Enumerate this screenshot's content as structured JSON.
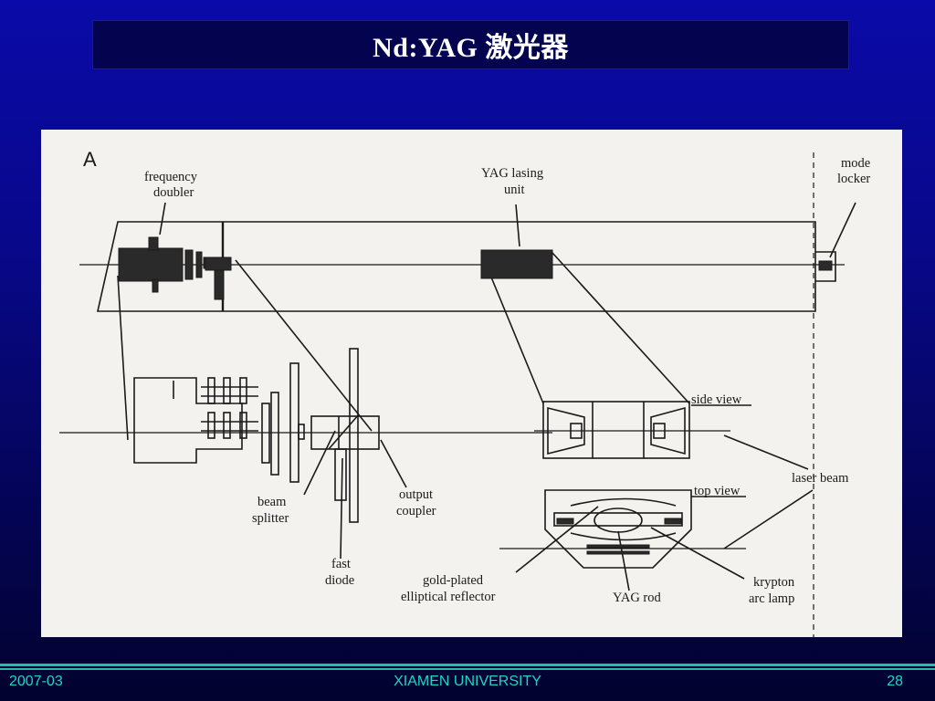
{
  "slide": {
    "title": "Nd:YAG 激光器",
    "footer_date": "2007-03",
    "footer_center": "XIAMEN UNIVERSITY",
    "page_number": "28"
  },
  "figure": {
    "panel_letter": "A",
    "labels": {
      "frequency_doubler_1": "frequency",
      "frequency_doubler_2": "doubler",
      "yag_lasing_unit_1": "YAG lasing",
      "yag_lasing_unit_2": "unit",
      "mode_locker_1": "mode",
      "mode_locker_2": "locker",
      "side_view": "side view",
      "top_view": "top view",
      "laser_beam": "laser beam",
      "beam_splitter_1": "beam",
      "beam_splitter_2": "splitter",
      "fast_diode_1": "fast",
      "fast_diode_2": "diode",
      "output_coupler_1": "output",
      "output_coupler_2": "coupler",
      "gold_plated_1": "gold-plated",
      "gold_plated_2": "elliptical reflector",
      "yag_rod": "YAG rod",
      "krypton_1": "krypton",
      "krypton_2": "arc lamp"
    }
  }
}
